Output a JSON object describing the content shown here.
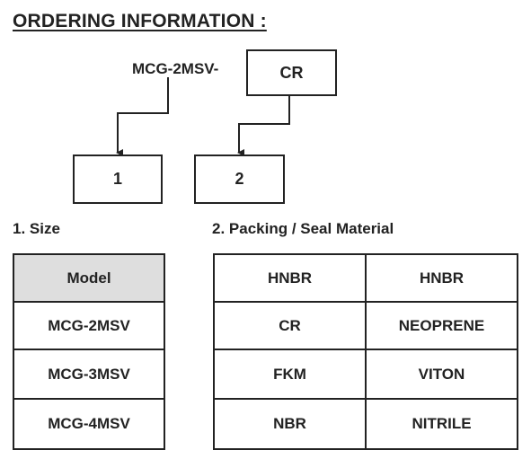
{
  "heading": "ORDERING INFORMATION :",
  "code": {
    "prefix": "MCG-2MSV-",
    "suffix": "CR"
  },
  "slots": [
    "1",
    "2"
  ],
  "sections": {
    "size": {
      "title": "1. Size",
      "header": "Model",
      "rows": [
        "MCG-2MSV",
        "MCG-3MSV",
        "MCG-4MSV"
      ]
    },
    "material": {
      "title": "2. Packing / Seal Material",
      "rows": [
        [
          "HNBR",
          "HNBR"
        ],
        [
          "CR",
          "NEOPRENE"
        ],
        [
          "FKM",
          "VITON"
        ],
        [
          "NBR",
          "NITRILE"
        ]
      ]
    }
  }
}
